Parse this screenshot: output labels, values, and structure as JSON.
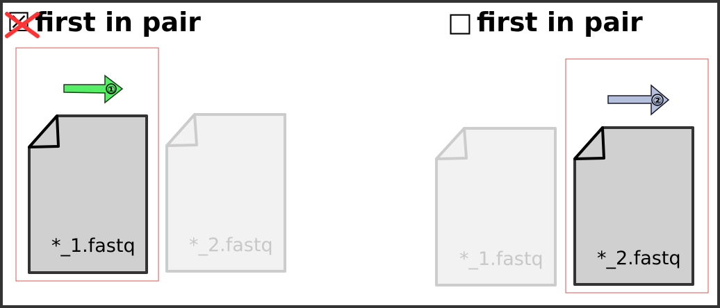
{
  "panels": {
    "left": {
      "title": "first in pair",
      "checkbox_glyph": "☒",
      "checked": true,
      "arrow_badge": "①",
      "arrow_color": "#55ee66",
      "active_file": "*_1.fastq",
      "inactive_file": "*_2.fastq"
    },
    "right": {
      "title": "first in pair",
      "checkbox_glyph": "□",
      "checked": false,
      "arrow_badge": "②",
      "arrow_color": "#b4c0dc",
      "active_file": "*_2.fastq",
      "inactive_file": "*_1.fastq"
    }
  },
  "colors": {
    "frame": "#333333",
    "highlight_box": "#e05050",
    "file_active_fill": "#d0d0d0",
    "file_active_stroke": "#333333",
    "file_inactive_fill": "#f2f2f2",
    "file_inactive_stroke": "#cccccc",
    "checkbox_cross": "#ff3333"
  }
}
